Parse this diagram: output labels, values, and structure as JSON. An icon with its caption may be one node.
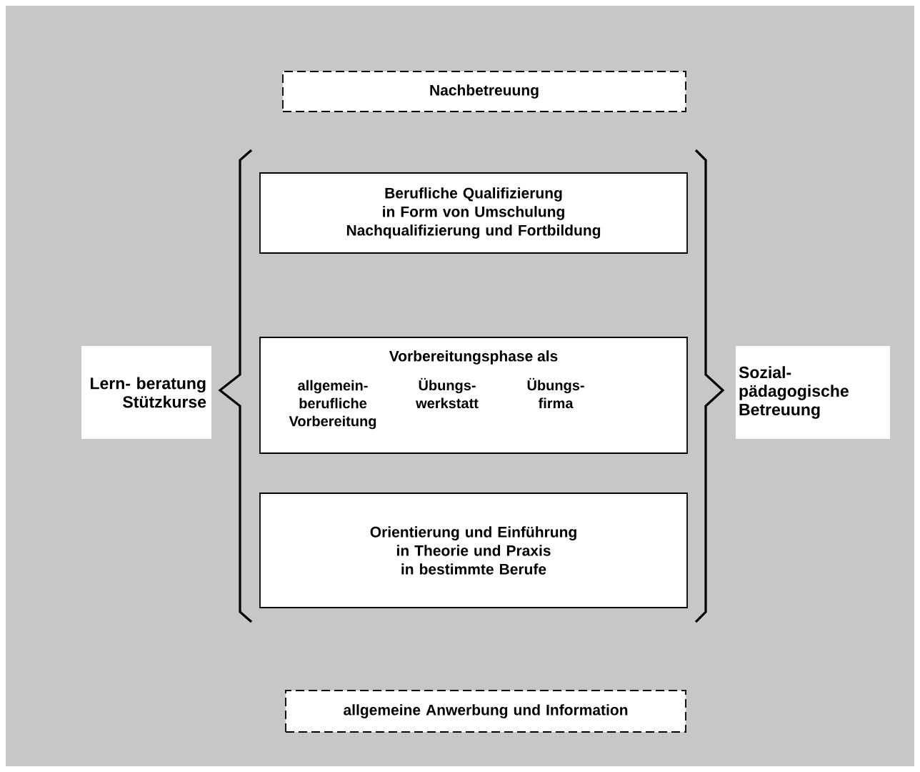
{
  "diagram": {
    "nodes": [
      {
        "text": [
          "Nachbetreuung"
        ]
      },
      {
        "text": [
          "Berufliche Qualifizierung in Form von Umschulung Nachqualifizierung und Fortbildung"
        ]
      },
      {
        "text": [
          "Vorbereitungsphase als",
          "allgemein- berufliche Vorbereitung",
          "Übungs- werkstatt",
          "Übungs- firma"
        ]
      },
      {
        "text": [
          "Orientierung und Einführung in Theorie und Praxis in bestimmte Berufe"
        ]
      },
      {
        "text": [
          "allgemeine Anwerbung und Information"
        ]
      },
      {
        "text": [
          "Lern- beratung Stützkurse"
        ]
      },
      {
        "text": [
          "Sozial- pädagogische Betreuung"
        ]
      }
    ]
  }
}
